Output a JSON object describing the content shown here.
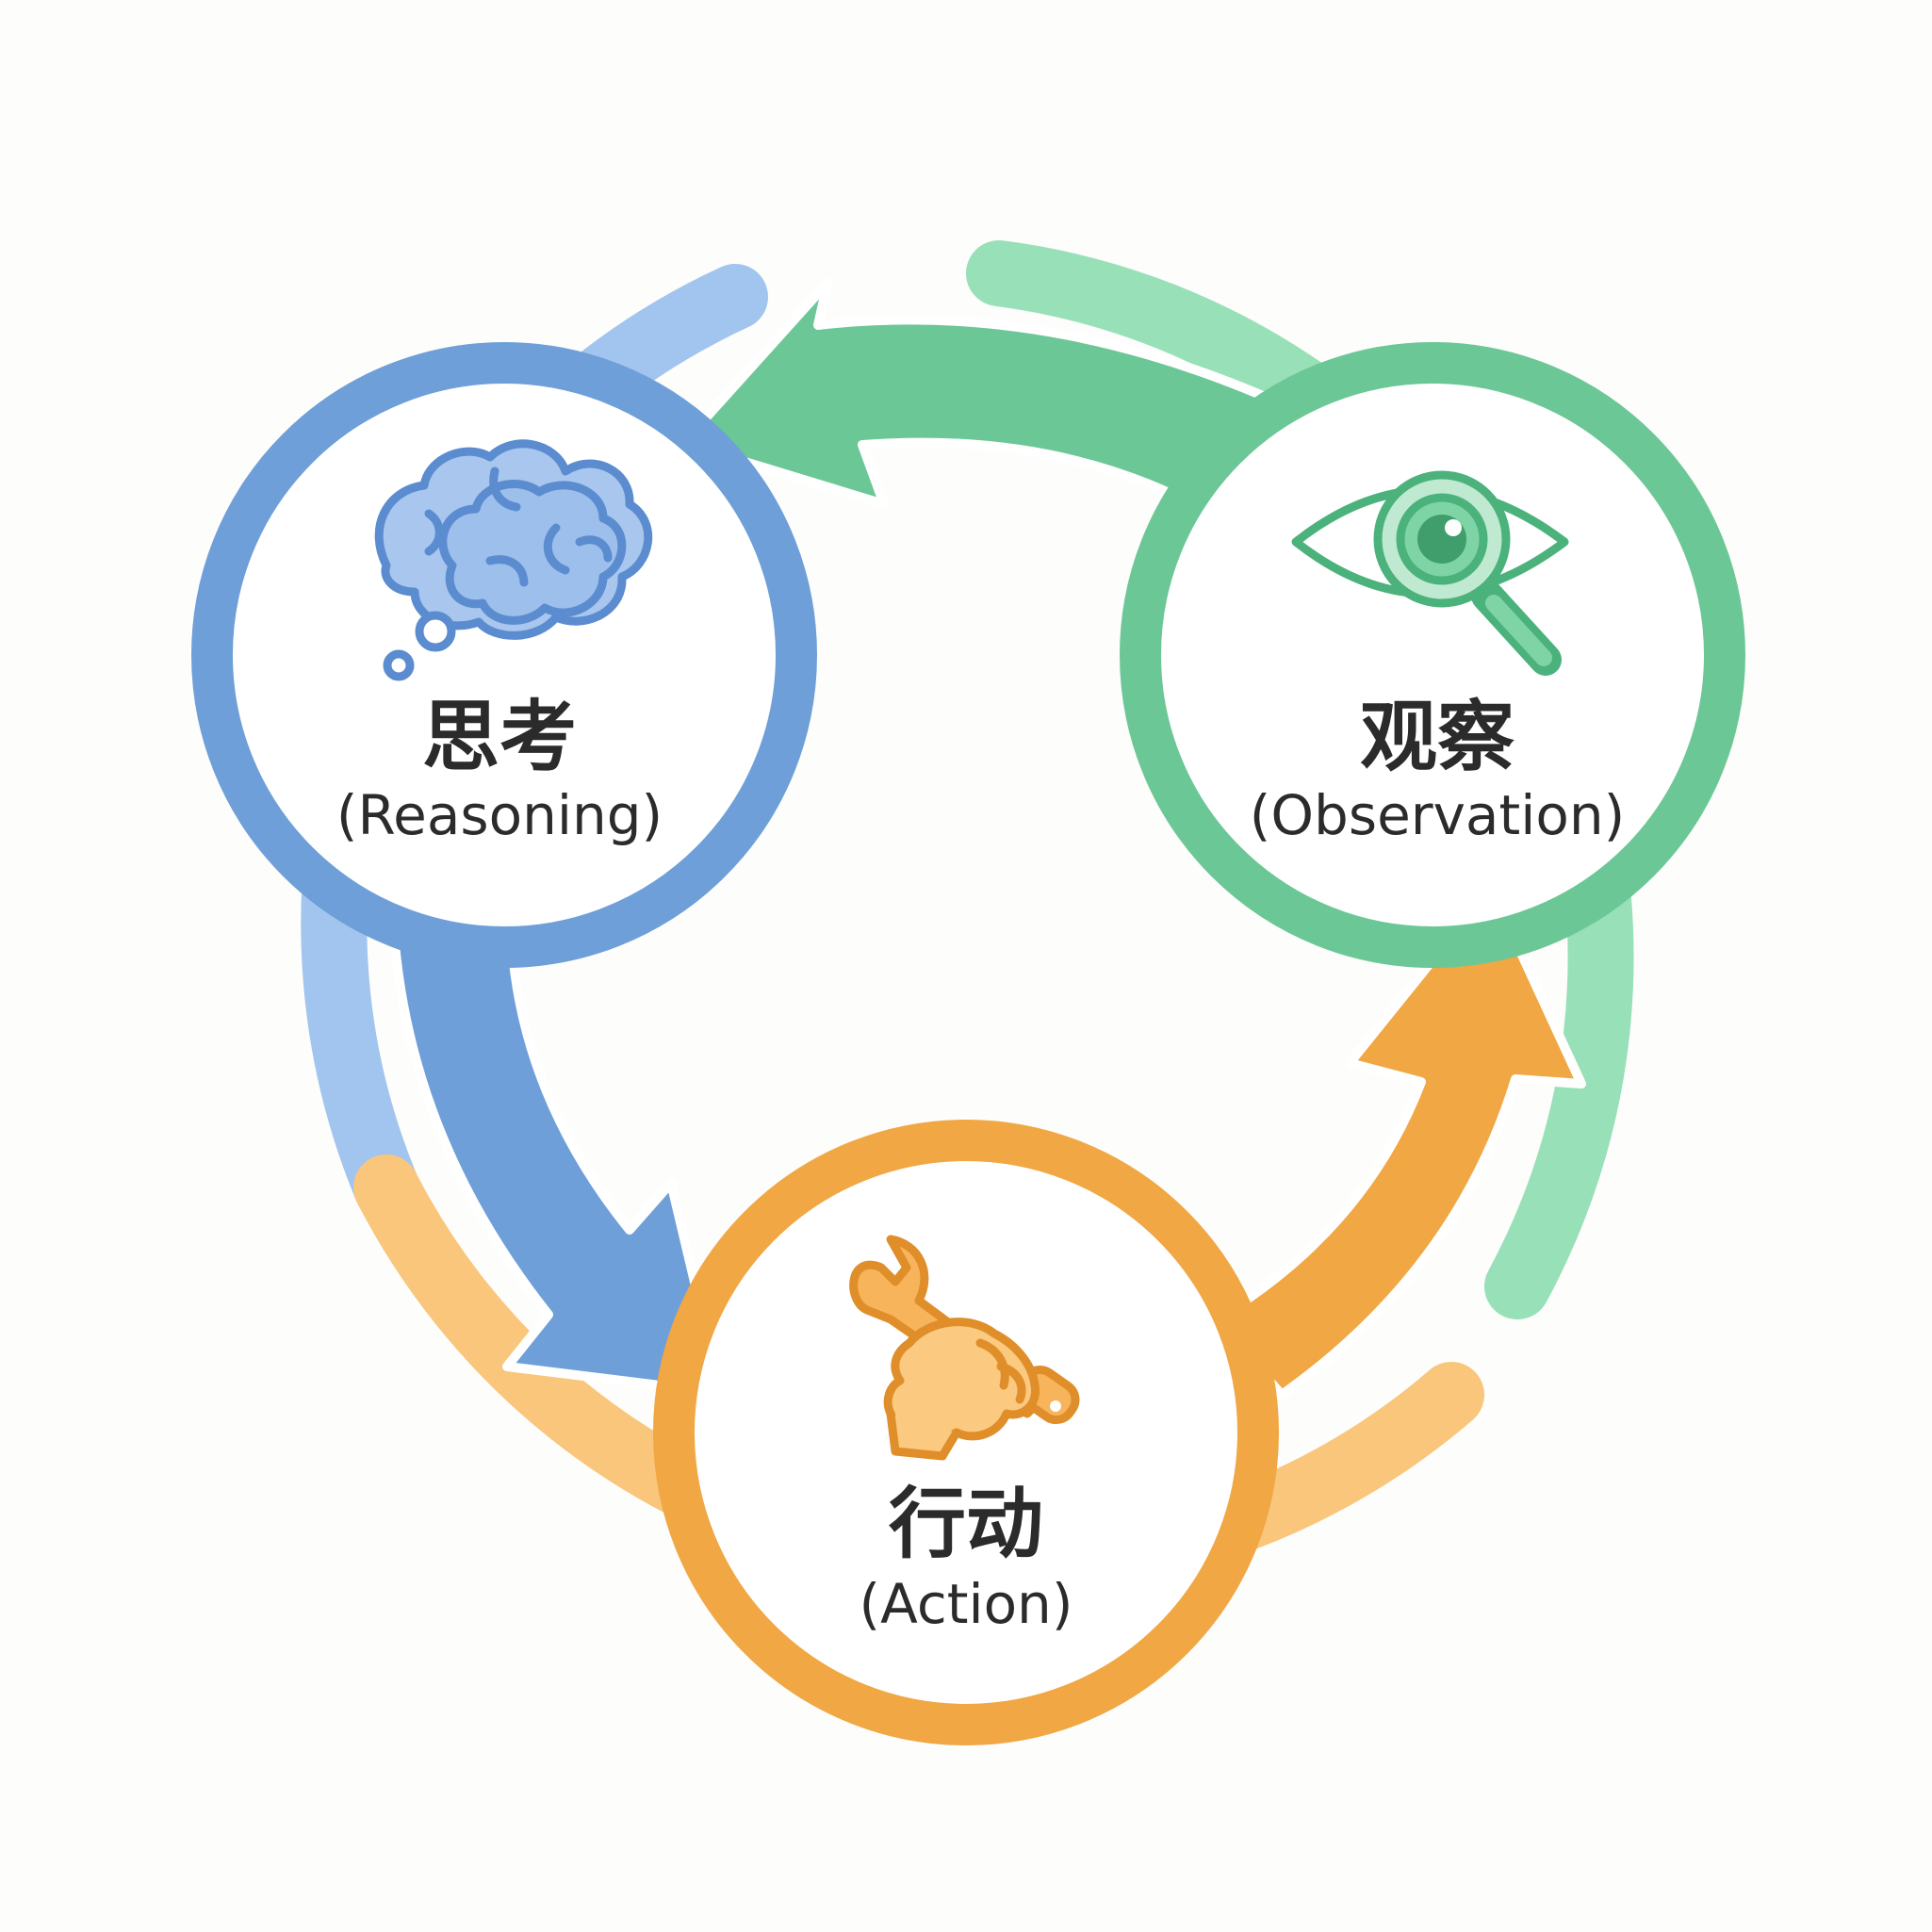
{
  "nodes": {
    "reasoning": {
      "zh": "思考",
      "en": "(Reasoning)",
      "color": "#6f9fd8",
      "light": "#a1c5ee",
      "icon": "brain-thought-icon"
    },
    "observation": {
      "zh": "观察",
      "en": "(Observation)",
      "color": "#6cc796",
      "light": "#98e0b8",
      "icon": "eye-magnifier-icon"
    },
    "action": {
      "zh": "行动",
      "en": "(Action)",
      "color": "#f0a744",
      "light": "#f9c67c",
      "icon": "hand-wrench-icon"
    }
  },
  "cycle": [
    "reasoning",
    "action",
    "observation",
    "reasoning"
  ],
  "background": "#fdfdfb"
}
